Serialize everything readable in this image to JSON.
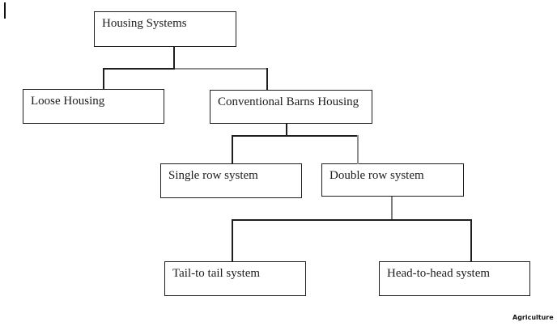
{
  "diagram": {
    "title": "Housing Systems",
    "nodes": {
      "housing_systems": {
        "label": "Housing Systems"
      },
      "loose_housing": {
        "label": "Loose Housing"
      },
      "conventional_barns_housing": {
        "label": "Conventional Barns Housing"
      },
      "single_row_system": {
        "label": "Single row system"
      },
      "double_row_system": {
        "label": "Double row system"
      },
      "tail_to_tail_system": {
        "label": "Tail-to tail system"
      },
      "head_to_head_system": {
        "label": "Head-to-head system"
      }
    },
    "hierarchy": [
      {
        "parent": "Housing Systems",
        "children": [
          "Loose Housing",
          "Conventional Barns Housing"
        ]
      },
      {
        "parent": "Conventional Barns Housing",
        "children": [
          "Single row system",
          "Double row system"
        ]
      },
      {
        "parent": "Double row system",
        "children": [
          "Tail-to tail system",
          "Head-to-head system"
        ]
      }
    ]
  },
  "watermark": {
    "label": "Agriculture"
  },
  "colors": {
    "background": "#ffffff",
    "box_border": "#1f1f1f",
    "text": "#1c1c1c",
    "connector": "#1f1f1f",
    "connector_gray": "#8f8f8f"
  }
}
